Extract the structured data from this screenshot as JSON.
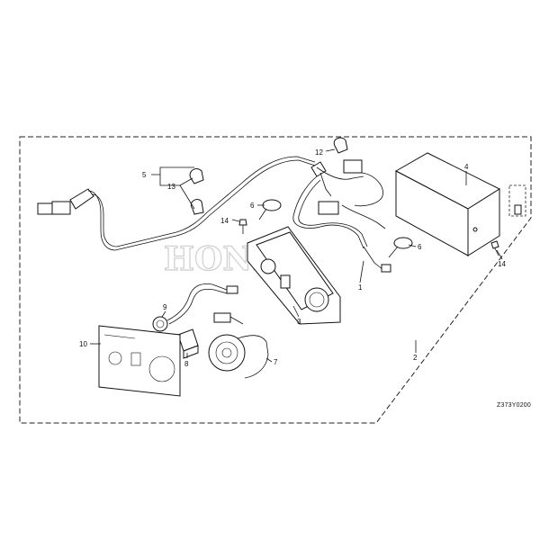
{
  "watermark": "HONDA",
  "drawing_code": "Z373Y0200",
  "callouts": {
    "c1": "1",
    "c2": "2",
    "c3": "3",
    "c4": "4",
    "c5": "5",
    "c6a": "6",
    "c6b": "6",
    "c7": "7",
    "c8": "8",
    "c9": "9",
    "c10": "10",
    "c12": "12",
    "c13": "13",
    "c14a": "14",
    "c14b": "14"
  }
}
